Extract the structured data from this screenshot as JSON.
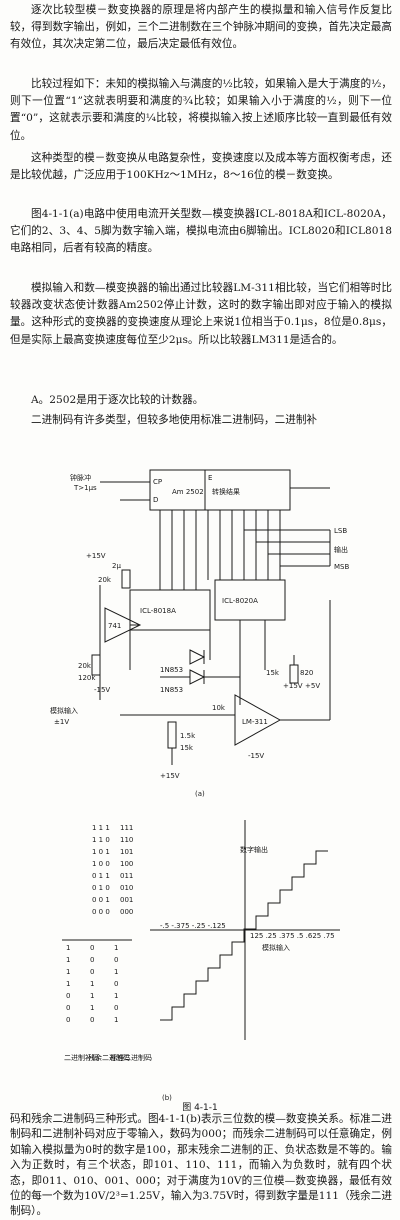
{
  "paragraphs": [
    "逐次比较型模－数变换器的原理是将内部产生的模拟量和输入信号作反复比较，得到数字输出，例如，三个二进制数在三个钟脉冲期间的变换，首先决定最高有效位，其次决定第二位，最后决定最低有效位。",
    "比较过程如下：未知的模拟输入与满度的½比较，如果输入是大于满度的½，则下一位置“1”这就表明要和满度的¾比较；如果输入小于满度的½，则下一位置“0”，这就表示要和满度的¼比较，将模拟输入按上述顺序比较一直到最低有效位。",
    "这种类型的模－数变换从电路复杂性，变换速度以及成本等方面权衡考虑，还是比较优越，广泛应用于100KHz～1MHz，8～16位的模－数变换。",
    "图4-1-1(a)电路中使用电流开关型数—模变换器ICL-8018A和ICL-8020A，它们的2、3、4、5脚为数字输入端，模拟电流由6脚输出。ICL8020和ICL8018电路相同，后者有较高的精度。",
    "模拟输入和数—模变换器的输出通过比较器LM-311相比较，当它们相等时比较器改变状态使计数器Am2502停止计数，这时的数字输出即对应于输入的模拟量。这种形式的变换器的变换速度从理论上来说1位相当于0.1μs，8位是0.8μs，但是实际上最高变换速度每位至少2μs。所以比较器LM311是适合的。",
    "A。2502是用于逐次比较的计数器。",
    "二进制码有许多类型，但较多地使用标准二进制码，二进制补"
  ],
  "figure": {
    "circuit": {
      "clock_label": "钟脉冲",
      "clock_period": "T>1μs",
      "counter": "Am 2502",
      "counter_box": "转换结果",
      "pin_cp": "CP",
      "pin_d": "D",
      "pin_e": "E",
      "lsb": "LSB",
      "output_label": "输出",
      "msb": "MSB",
      "dac1": "ICL-8018A",
      "dac2": "ICL-8020A",
      "comparator": "LM-311",
      "analog_input": "模拟输入",
      "input_range": "±1V",
      "supplies": [
        "+15V",
        "-15V",
        "+15V",
        "+5V",
        "-15V",
        "+15V"
      ],
      "resistors": [
        "20k",
        "20k",
        "120k",
        "10k",
        "15k",
        "1.5k",
        "820",
        "15k"
      ],
      "cap": "2μ",
      "diodes": [
        "1N853",
        "1N853"
      ],
      "transistor": "741",
      "caption": "(a)"
    },
    "transfer": {
      "yaxis_label": "数字输出",
      "xaxis_label": "模拟输入",
      "neg_ticks": "-.5 -.375 -.25 -.125",
      "pos_ticks": "125 .25 .375 .5 .625 .75",
      "col_labels": [
        "二进制补码",
        "残余二进制码",
        "标准二进制码"
      ],
      "top_col": [
        "111",
        "110",
        "101",
        "100",
        "011",
        "010",
        "001",
        "000"
      ],
      "codes_upper": [
        "1 1 1",
        "1 1 0",
        "1 0 1",
        "1 0 0",
        "0 1 1",
        "0 1 0",
        "0 0 1",
        "0 0 0"
      ],
      "codes_lower_a": [
        "1",
        "1",
        "1",
        "1",
        "0",
        "0",
        "0"
      ],
      "codes_lower_b": [
        "0",
        "0",
        "0",
        "1",
        "1",
        "1",
        "0"
      ],
      "codes_lower_c": [
        "1",
        "0",
        "1",
        "0",
        "1",
        "0",
        "1"
      ],
      "caption": "(b)"
    },
    "title": "图 4-1-1"
  },
  "closing": "码和残余二进制码三种形式。图4-1-1(b)表示三位数的模—数变换关系。标准二进制码和二进制补码对应于零输入，数码为000；而残余二进制码可以任意确定，例如输入模拟量为0时的数字是100，那末残余二进制的正、负状态数是不等的。输入为正数时，有三个状态，即101、110、111，而输入为负数时，就有四个状态，即011、010、001、000；对于满度为10V的三位模—数变换器，最低有效位的每一个数为10V/2³=1.25V，输入为3.75V时，得到数字量是111（残余二进制码）。"
}
